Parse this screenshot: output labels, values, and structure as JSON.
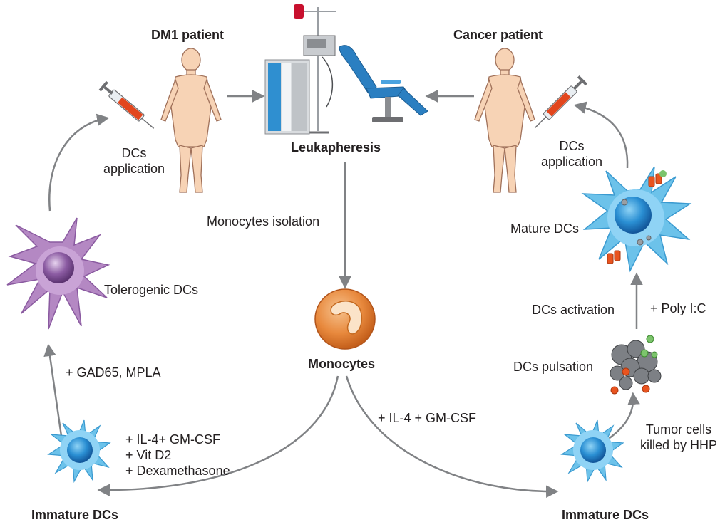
{
  "labels": {
    "dm1_patient": "DM1 patient",
    "cancer_patient": "Cancer patient",
    "leukapheresis": "Leukapheresis",
    "dcs_application_left_1": "DCs",
    "dcs_application_left_2": "application",
    "dcs_application_right_1": "DCs",
    "dcs_application_right_2": "application",
    "monocytes_isolation": "Monocytes isolation",
    "tolerogenic_dcs": "Tolerogenic DCs",
    "mature_dcs": "Mature DCs",
    "dcs_activation": "DCs activation",
    "poly_ic": "+ Poly I:C",
    "monocytes": "Monocytes",
    "gad65_mpla": "+ GAD65, MPLA",
    "dcs_pulsation": "DCs pulsation",
    "il4_gmcsf_right": "+ IL-4 + GM-CSF",
    "il4_gmcsf_left": "+ IL-4+ GM-CSF",
    "vit_d2": "+ Vit D2",
    "dexamethasone": "+ Dexamethasone",
    "tumor_cells_1": "Tumor cells",
    "tumor_cells_2": "killed by HHP",
    "immature_dcs_left": "Immature DCs",
    "immature_dcs_right": "Immature DCs"
  },
  "colors": {
    "arrow": "#808285",
    "skin": "#f7d3b5",
    "skin_outline": "#a0715a",
    "dc_blue": "#6cc2ea",
    "nucleus_blue": "#1f7fc4",
    "tolerogenic_purple": "#b488c3",
    "nucleus_purple": "#7a4c8f",
    "monocyte_orange": "#e8893d",
    "chair_blue": "#2b7fc1",
    "syringe_red": "#e2461d"
  }
}
